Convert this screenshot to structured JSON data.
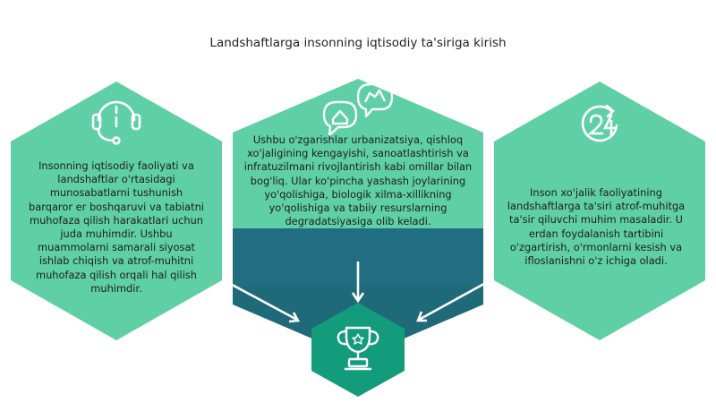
{
  "title": "Landshaftlarga insonning iqtisodiy ta'siriga kirish",
  "colors": {
    "hex_fill": "#5fcfa5",
    "hex_band": "#206e80",
    "hex_dark": "#1e6a78",
    "trophy_fill": "#129c7c",
    "icon_stroke": "#ffffff",
    "arrow": "#ffffff"
  },
  "hexagons": [
    {
      "id": "left",
      "icon": "headset-support-icon",
      "text": "Insonning iqtisodiy faoliyati va landshaftlar o'rtasidagi munosabatlarni tushunish barqaror er boshqaruvi va tabiatni muhofaza qilish harakatlari uchun juda muhimdir. Ushbu muammolarni samarali siyosat ishlab chiqish va atrof-muhitni muhofaza qilish orqali hal qilish muhimdir."
    },
    {
      "id": "center",
      "icon": "chat-bubbles-icon",
      "text": "Ushbu o'zgarishlar urbanizatsiya, qishloq xo'jaligining kengayishi, sanoatlashtirish va infratuzilmani rivojlantirish kabi omillar bilan bog'liq. Ular ko'pincha yashash joylarining yo'qolishiga, biologik xilma-xillikning yo'qolishiga va tabiiy resurslarning degradatsiyasiga olib keladi."
    },
    {
      "id": "right",
      "icon": "24-hours-icon",
      "text": "Inson xo'jalik faoliyatining landshaftlarga ta'siri atrof-muhitga ta'sir qiluvchi muhim masaladir. U erdan foydalanish tartibini o'zgartirish, o'rmonlarni kesish va ifloslanishni o'z ichiga oladi."
    },
    {
      "id": "bottom",
      "icon": "trophy-icon",
      "text": ""
    }
  ]
}
